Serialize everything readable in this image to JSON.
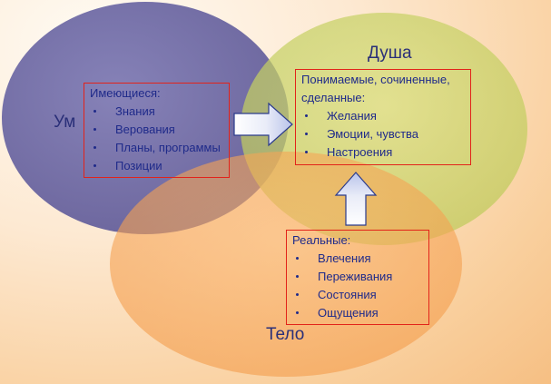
{
  "circles": {
    "mind": {
      "label": "Ум",
      "color": "#6e6aa6"
    },
    "soul": {
      "label": "Душа",
      "color": "#c9d465"
    },
    "body": {
      "label": "Тело",
      "color": "#f8a45a"
    }
  },
  "boxes": {
    "mind": {
      "title": "Имеющиеся:",
      "items": [
        "Знания",
        "Верования",
        "Планы, программы",
        "Позиции"
      ]
    },
    "soul": {
      "title": "Понимаемые, сочиненные, сделанные:",
      "items": [
        "Желания",
        "Эмоции, чувства",
        "Настроения"
      ]
    },
    "body": {
      "title": "Реальные:",
      "items": [
        "Влечения",
        "Переживания",
        "Состояния",
        "Ощущения"
      ]
    }
  },
  "colors": {
    "box_border": "#e2231a",
    "text": "#1f2a8a",
    "arrow_fill": "#ffffff",
    "arrow_stroke": "#2b3b8c"
  }
}
